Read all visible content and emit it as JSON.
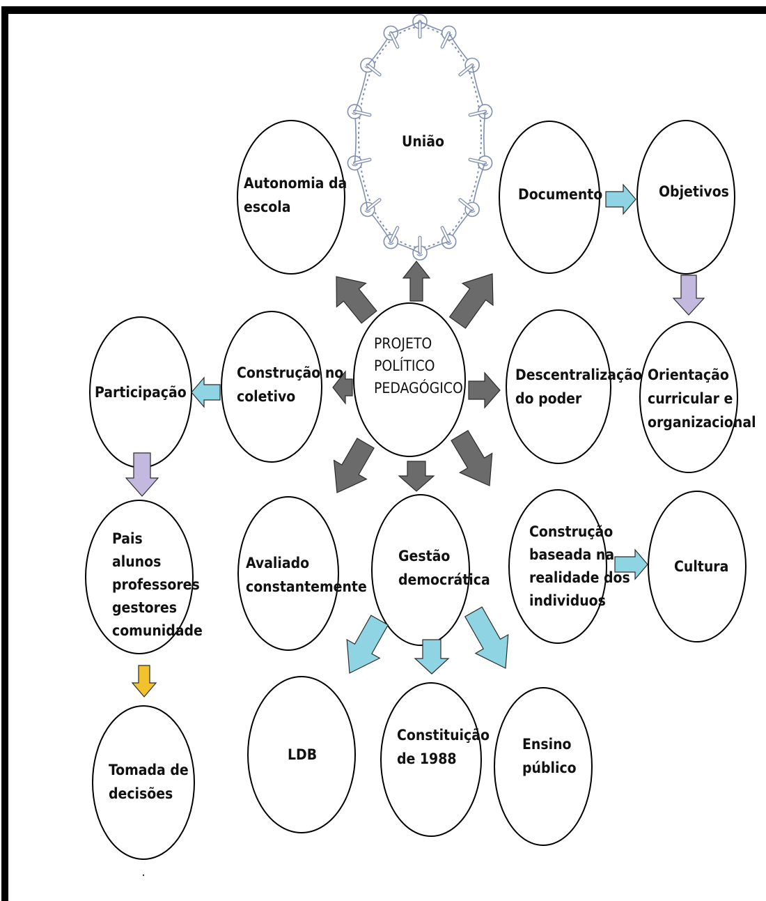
{
  "figure_caption": "",
  "nodes": {
    "uniao": [
      "União"
    ],
    "autonomia": [
      "Autonomia da",
      "escola"
    ],
    "documento": [
      "Documento"
    ],
    "objetivos": [
      "Objetivos"
    ],
    "construcao_coletivo": [
      "Construção no",
      "coletivo"
    ],
    "projeto": [
      "PROJETO",
      "POLÍTICO",
      "PEDAGÓGICO"
    ],
    "descentralizacao": [
      "Descentralização",
      "do poder"
    ],
    "orientacao": [
      "Orientação",
      "curricular e",
      "organizacional"
    ],
    "participacao": [
      "Participação"
    ],
    "pais": [
      "Pais",
      "alunos",
      "professores",
      "gestores",
      "comunidade"
    ],
    "avaliado": [
      "Avaliado",
      "constantemente"
    ],
    "gestao": [
      "Gestão",
      "democrática"
    ],
    "construcao_baseada": [
      "Construção",
      "baseada na",
      "realidade dos",
      "individuos"
    ],
    "cultura": [
      "Cultura"
    ],
    "tomada": [
      "Tomada de",
      "decisões"
    ],
    "ldb": [
      "LDB"
    ],
    "constituicao": [
      "Constituição",
      "de 1988"
    ],
    "ensino": [
      "Ensino",
      "público"
    ]
  },
  "colors": {
    "dark_arrow": "#6b6b6b",
    "blue_arrow": "#8fd4e3",
    "purple_arrow": "#c3b8de",
    "yellow_arrow": "#f2c12e",
    "ring_figures": "#7f8fb0"
  }
}
